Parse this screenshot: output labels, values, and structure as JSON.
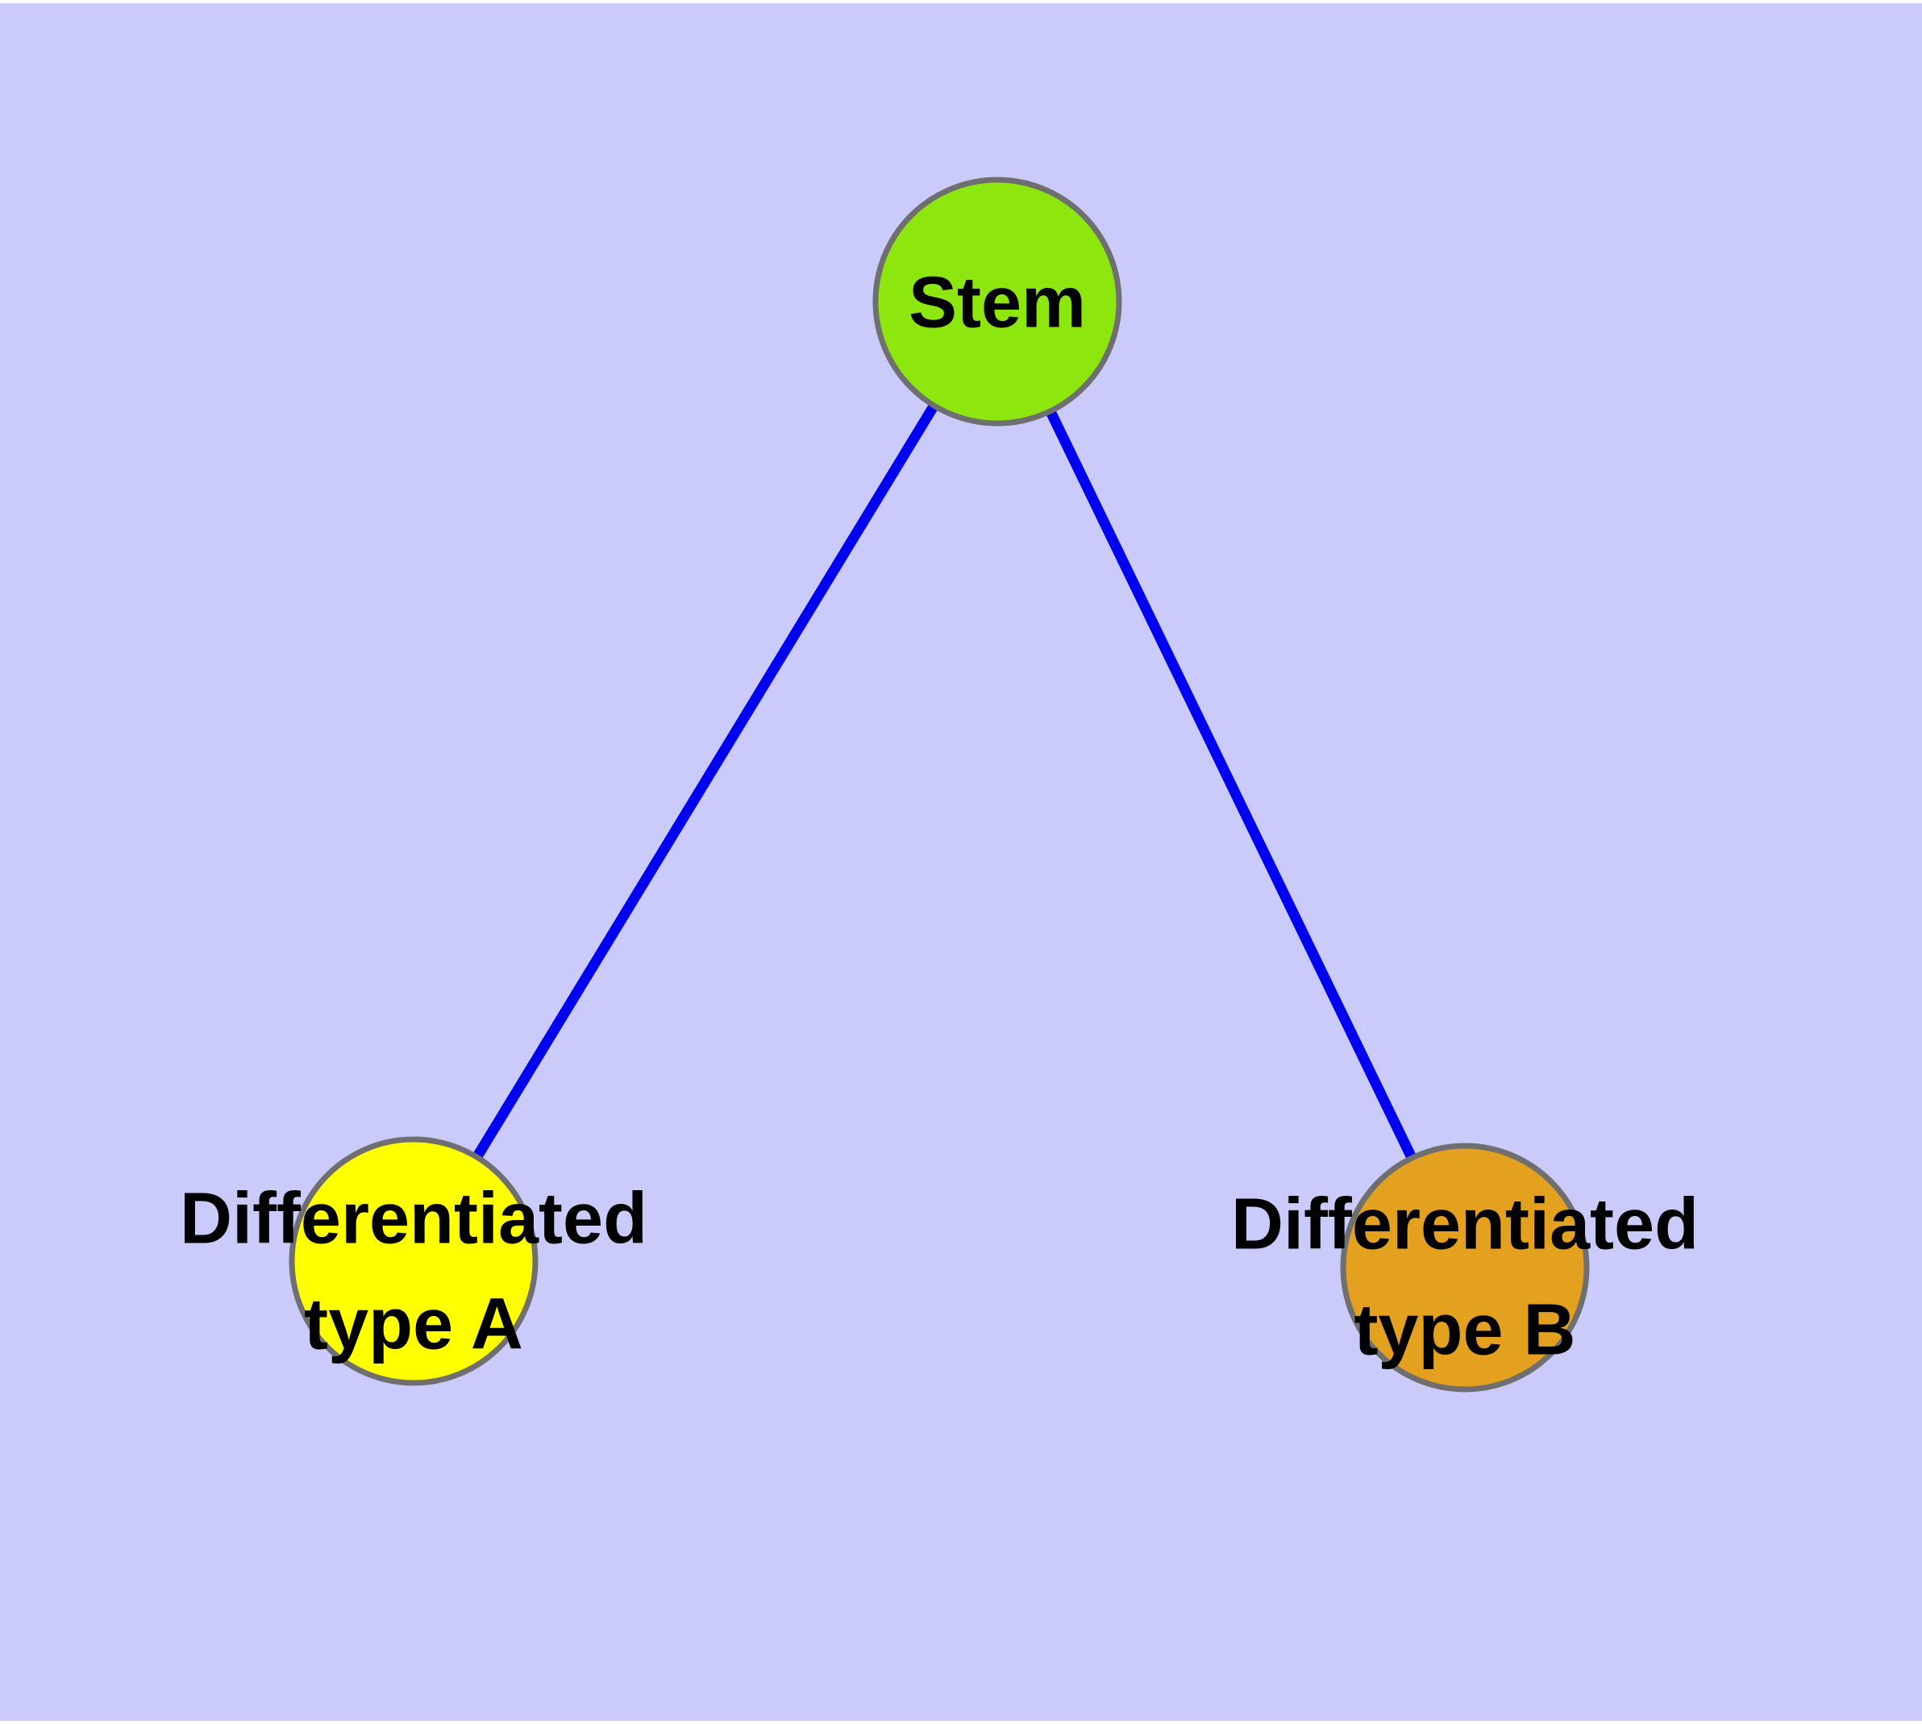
{
  "figure": {
    "background_color": "#cbcbfb",
    "edge_color": "#0101f2",
    "node_border_color": "#6f6f6f",
    "text_color": "#000000"
  },
  "nodes": {
    "stem": {
      "label": "Stem",
      "fill": "#8de60e"
    },
    "type_a": {
      "label": "Differentiated\ntype A",
      "fill": "#ffff00"
    },
    "type_b": {
      "label": "Differentiated\ntype B",
      "fill": "#e3a11f"
    }
  },
  "edges": [
    {
      "from": "Stem",
      "to": "Differentiated type A"
    },
    {
      "from": "Stem",
      "to": "Differentiated type B"
    }
  ]
}
